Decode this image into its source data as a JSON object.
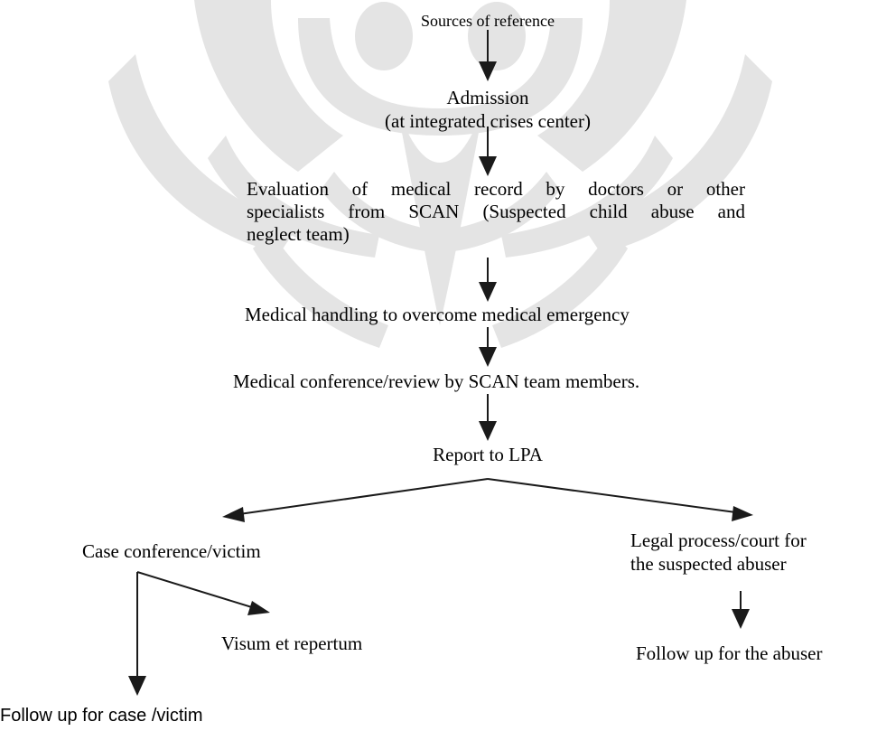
{
  "watermark": {
    "color": "#e4e4e4",
    "icon": "university-emblem-watermark"
  },
  "nodes": {
    "sources": "Sources of reference",
    "admission_title": "Admission",
    "admission_sub": "(at integrated crises center)",
    "evaluation_l1": "Evaluation of medical record by doctors or other",
    "evaluation_l2": "specialists from SCAN (Suspected child abuse and",
    "evaluation_l3": "neglect team)",
    "medical_handling": "Medical handling to overcome medical emergency",
    "medical_conference": "Medical conference/review by SCAN team members.",
    "report": "Report to LPA",
    "case_conference": "Case conference/victim",
    "legal_l1": "Legal process/court for",
    "legal_l2": "the suspected abuser",
    "visum": "Visum et repertum",
    "follow_abuser": "Follow up for the abuser",
    "follow_victim": "Follow up for case /victim"
  },
  "colors": {
    "arrow": "#1a1a1a",
    "text": "#000000"
  }
}
